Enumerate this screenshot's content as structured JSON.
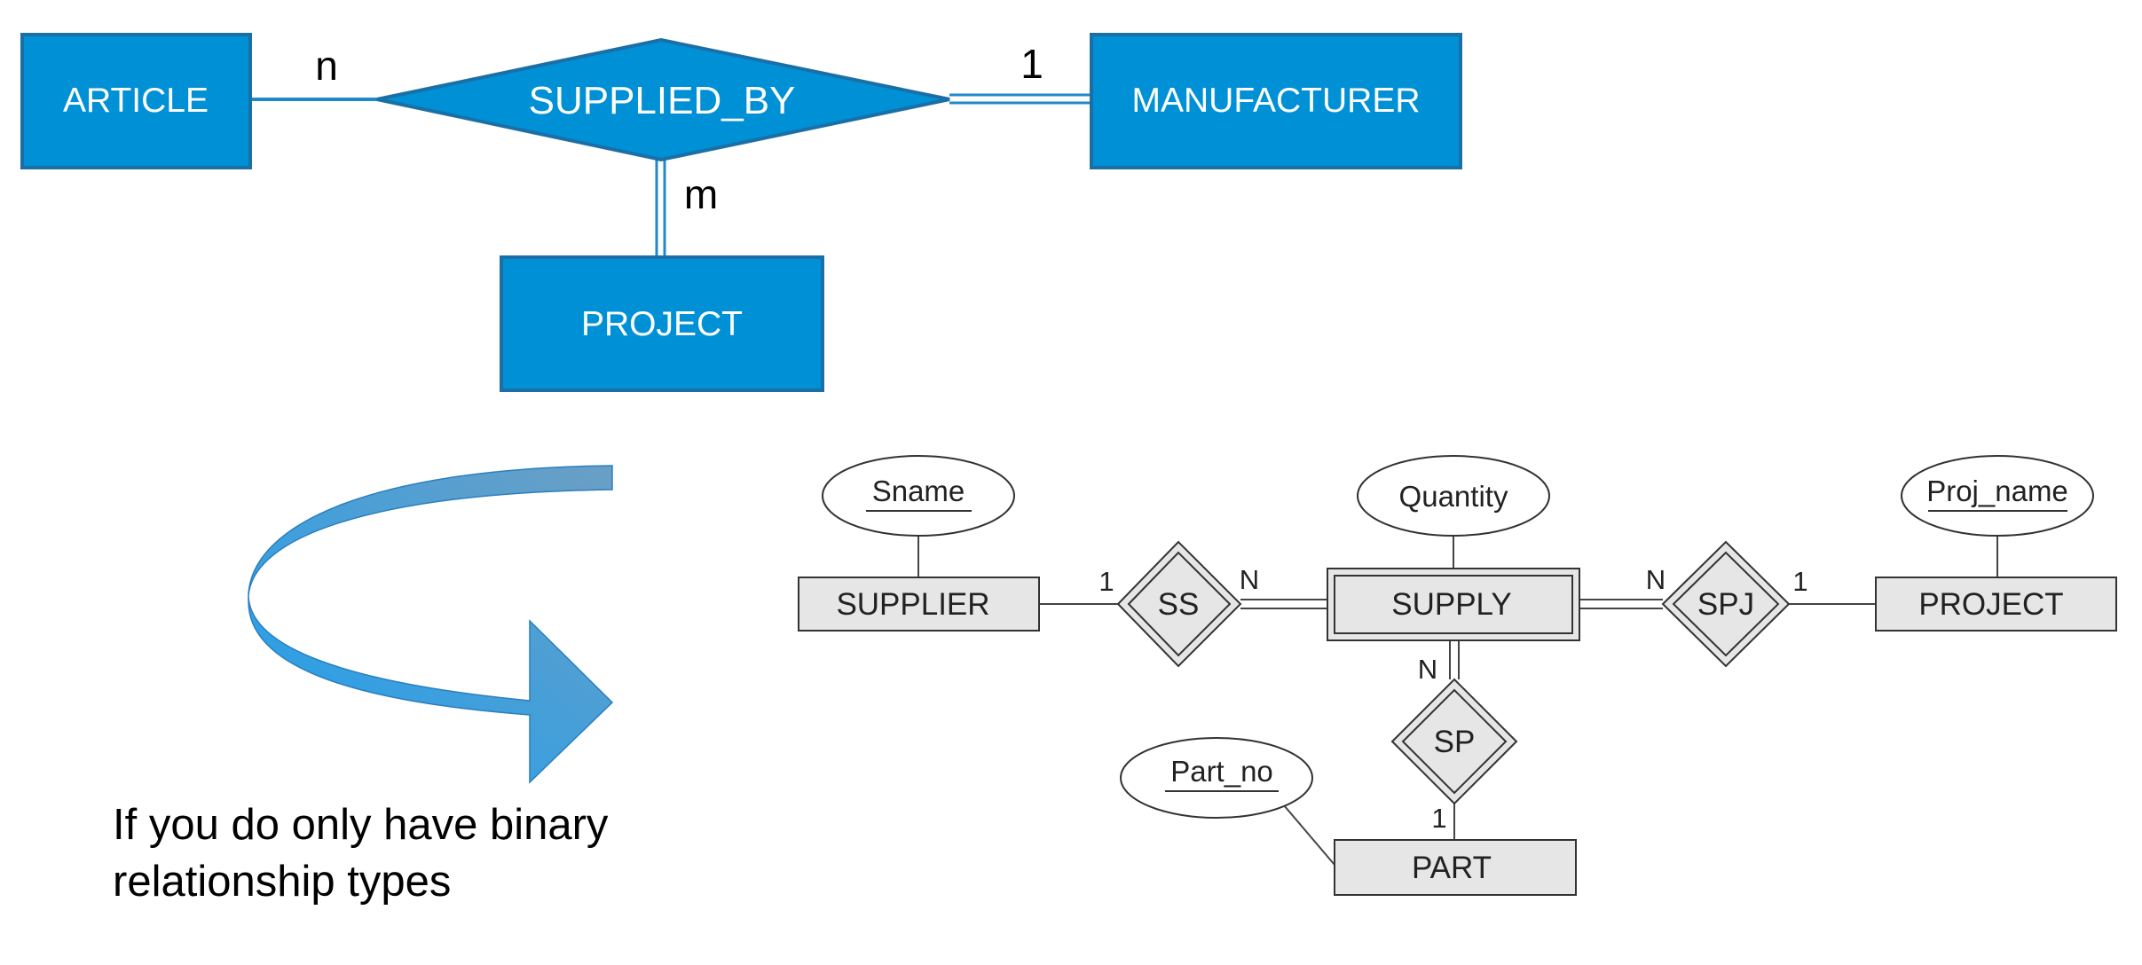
{
  "colors": {
    "entity_fill": "#0090d6",
    "entity_border": "#1a6fa6",
    "er_fill": "#e6e6e6",
    "er_stroke": "#333333",
    "arrow_gradient_start": "#2aa4ef",
    "arrow_gradient_end": "#6ea3c8"
  },
  "ternary": {
    "entities": {
      "article": "ARTICLE",
      "manufacturer": "MANUFACTURER",
      "project": "PROJECT"
    },
    "relationship": "SUPPLIED_BY",
    "cardinalities": {
      "article": "n",
      "manufacturer": "1",
      "project": "m"
    }
  },
  "caption": {
    "line1": "If you do only have binary",
    "line2": "relationship types"
  },
  "binary": {
    "entities": {
      "supplier": "SUPPLIER",
      "supply": "SUPPLY",
      "project": "PROJECT",
      "part": "PART"
    },
    "relationships": {
      "ss": "SS",
      "spj": "SPJ",
      "sp": "SP"
    },
    "attributes": {
      "sname": "Sname",
      "quantity": "Quantity",
      "proj_name": "Proj_name",
      "part_no": "Part_no"
    },
    "cardinalities": {
      "ss_supplier": "1",
      "ss_supply": "N",
      "spj_supply": "N",
      "spj_project": "1",
      "sp_supply": "N",
      "sp_part": "1"
    }
  }
}
